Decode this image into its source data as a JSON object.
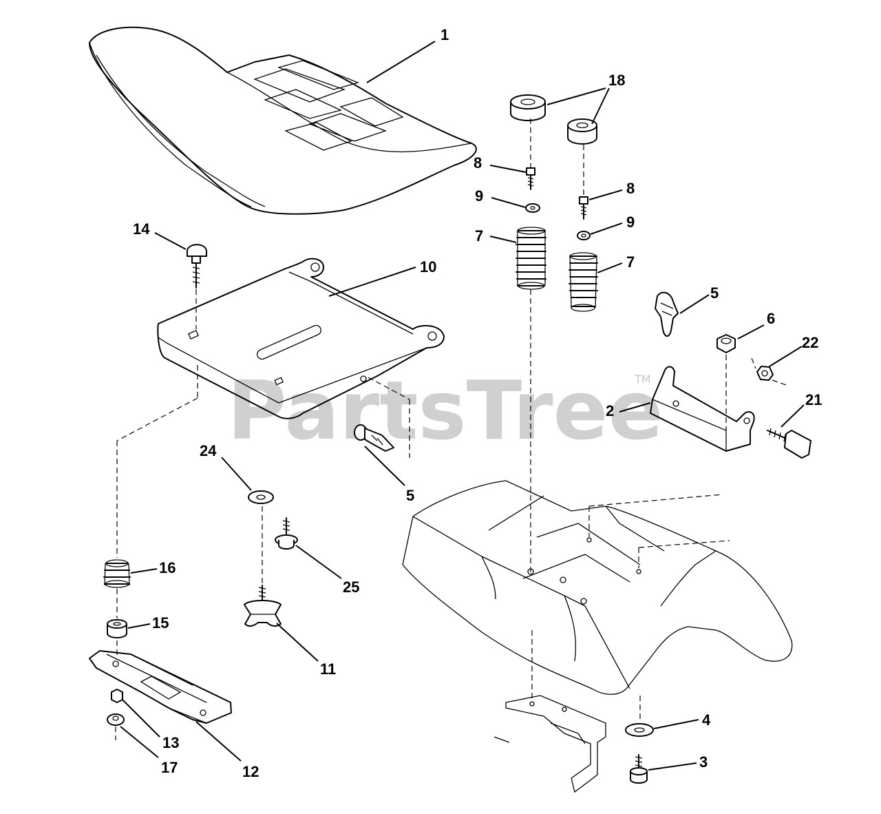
{
  "watermark": {
    "text": "PartsTree",
    "trademark": "TM"
  },
  "callouts": {
    "c1": "1",
    "c18": "18",
    "c8a": "8",
    "c9a": "9",
    "c7a": "7",
    "c8b": "8",
    "c9b": "9",
    "c7b": "7",
    "c14": "14",
    "c10": "10",
    "c5a": "5",
    "c6": "6",
    "c22": "22",
    "c2": "2",
    "c21": "21",
    "c24": "24",
    "c5b": "5",
    "c16": "16",
    "c25": "25",
    "c15": "15",
    "c11": "11",
    "c13": "13",
    "c17": "17",
    "c12": "12",
    "c4": "4",
    "c3": "3"
  }
}
